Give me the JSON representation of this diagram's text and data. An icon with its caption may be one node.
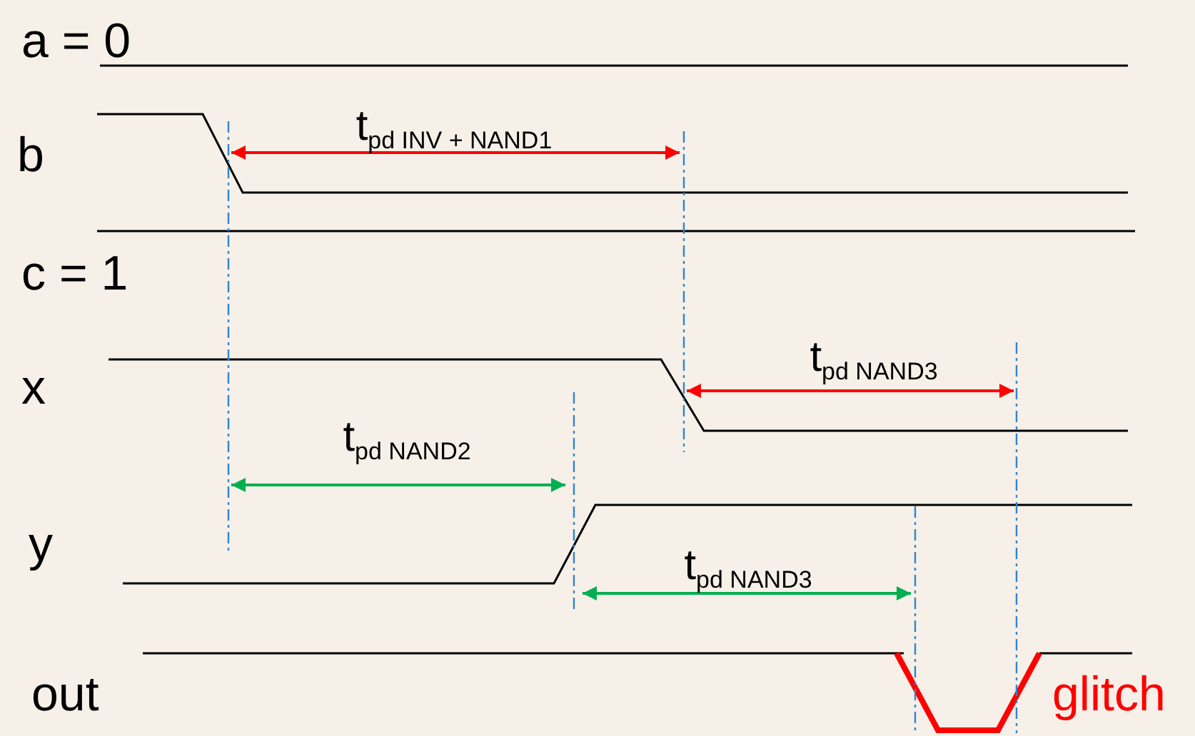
{
  "diagram": {
    "labels": [
      "a = 0",
      "t$_{pd INV + NAND1}$",
      "b",
      "c = 1",
      "t$_{pd NAND3}$",
      "x",
      "t$_{pd NAND2}$",
      "y",
      "t$_{pd NAND3}$",
      "out",
      "glitch"
    ]
  }
}
